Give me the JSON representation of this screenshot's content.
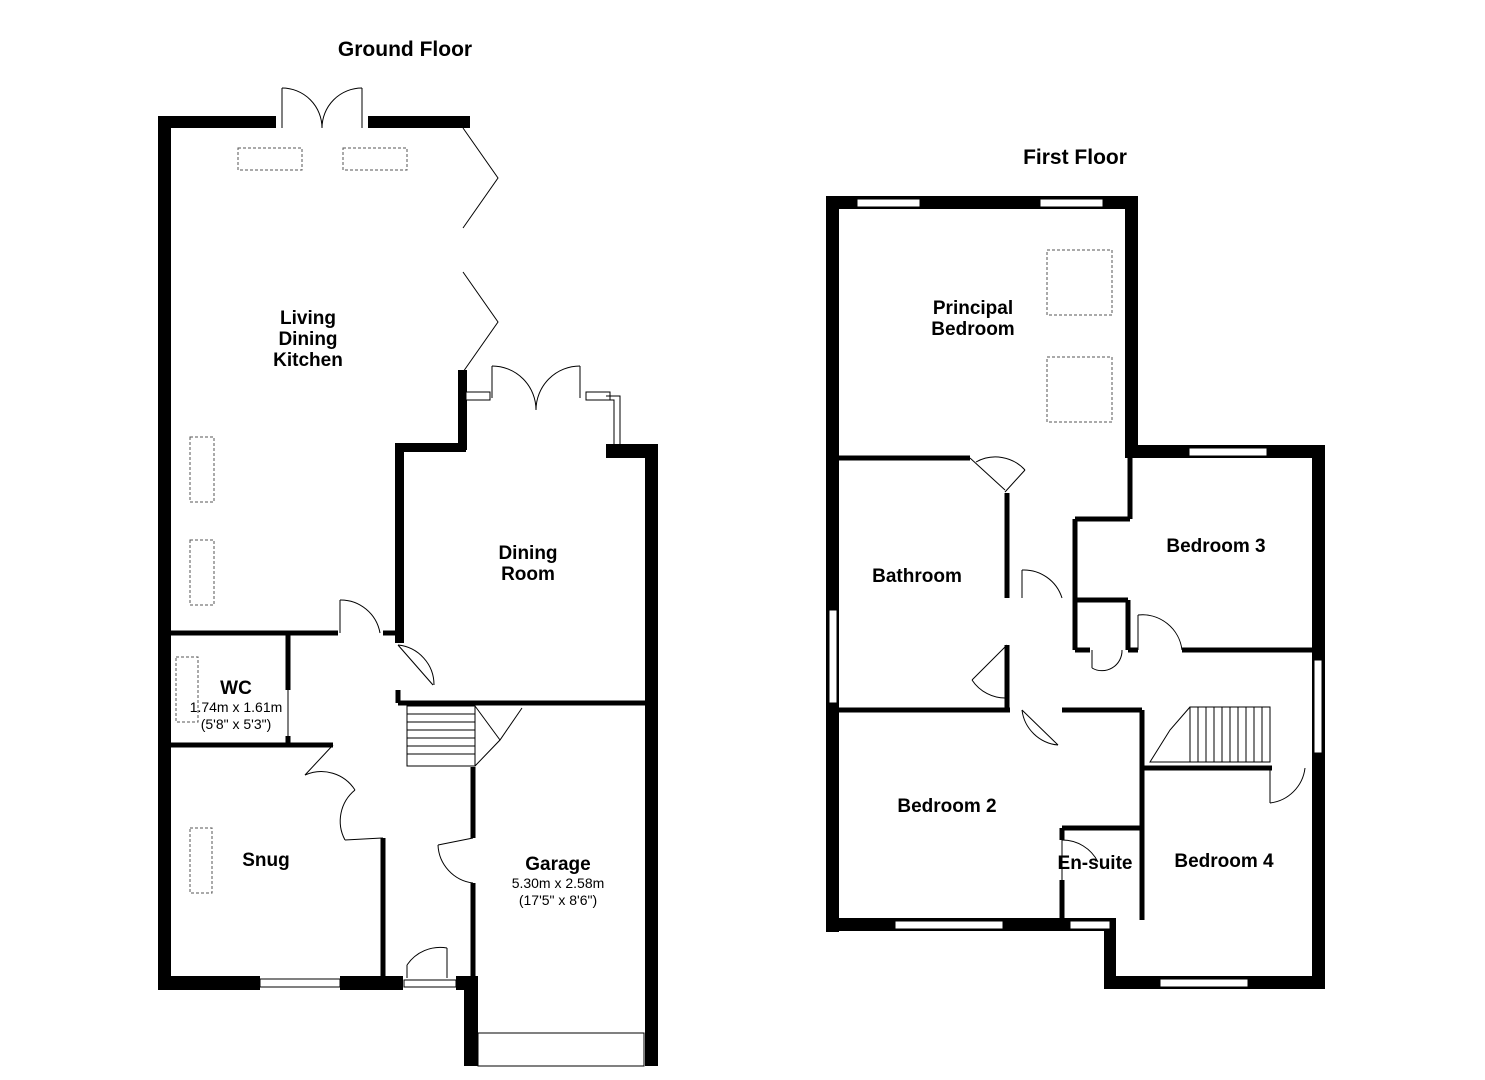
{
  "floors": {
    "ground": {
      "title": "Ground Floor",
      "rooms": {
        "living": {
          "lines": [
            "Living",
            "Dining",
            "Kitchen"
          ]
        },
        "dining_room": {
          "lines": [
            "Dining",
            "Room"
          ]
        },
        "wc": {
          "name": "WC",
          "dim_metric": "1.74m x 1.61m",
          "dim_imperial": "(5'8\" x 5'3\")"
        },
        "snug": {
          "name": "Snug"
        },
        "garage": {
          "name": "Garage",
          "dim_metric": "5.30m x 2.58m",
          "dim_imperial": "(17'5\" x 8'6\")"
        }
      }
    },
    "first": {
      "title": "First Floor",
      "rooms": {
        "principal": {
          "lines": [
            "Principal",
            "Bedroom"
          ]
        },
        "bathroom": {
          "name": "Bathroom"
        },
        "bedroom3": {
          "name": "Bedroom 3"
        },
        "bedroom2": {
          "name": "Bedroom 2"
        },
        "ensuite": {
          "name": "En-suite"
        },
        "bedroom4": {
          "name": "Bedroom 4"
        }
      }
    }
  }
}
